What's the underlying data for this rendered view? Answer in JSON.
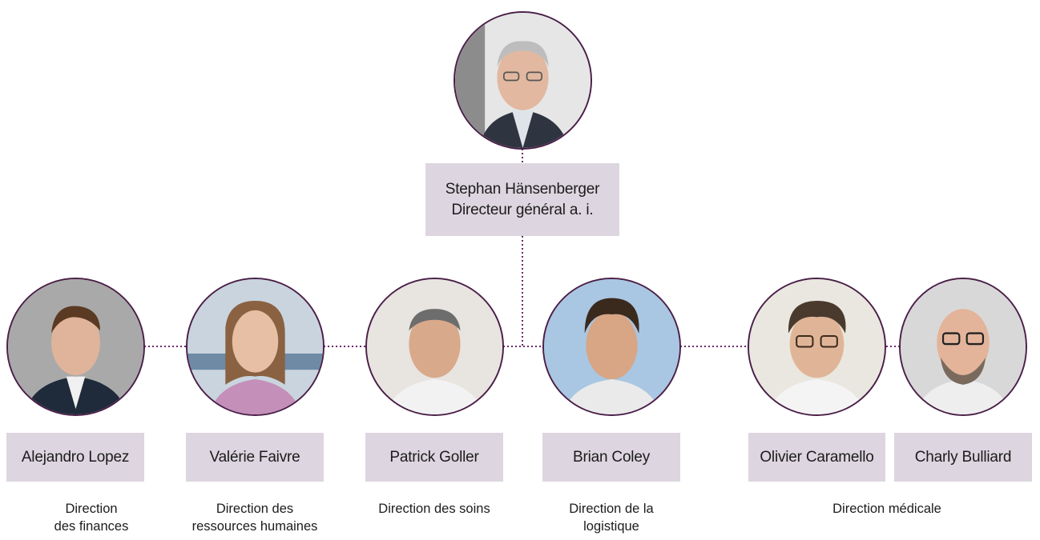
{
  "ceo": {
    "name": "Stephan Hänsenberger",
    "title": "Directeur général a. i."
  },
  "members": [
    {
      "id": "lopez",
      "name": "Alejandro Lopez"
    },
    {
      "id": "faivre",
      "name": "Valérie Faivre"
    },
    {
      "id": "goller",
      "name": "Patrick Goller"
    },
    {
      "id": "coley",
      "name": "Brian Coley"
    },
    {
      "id": "caramello",
      "name": "Olivier Caramello"
    },
    {
      "id": "bulliard",
      "name": "Charly Bulliard"
    }
  ],
  "departments": [
    {
      "id": "finances",
      "lines": [
        "Direction",
        "des finances"
      ]
    },
    {
      "id": "rh",
      "lines": [
        "Direction des",
        "ressources humaines"
      ]
    },
    {
      "id": "soins",
      "lines": [
        "Direction des soins"
      ]
    },
    {
      "id": "logistique",
      "lines": [
        "Direction de la",
        "logistique"
      ]
    },
    {
      "id": "medicale",
      "lines": [
        "Direction médicale"
      ]
    }
  ],
  "colors": {
    "box_fill": "#ddd5df",
    "connector": "#6b2c6a",
    "photo_border": "#4a1f48"
  }
}
